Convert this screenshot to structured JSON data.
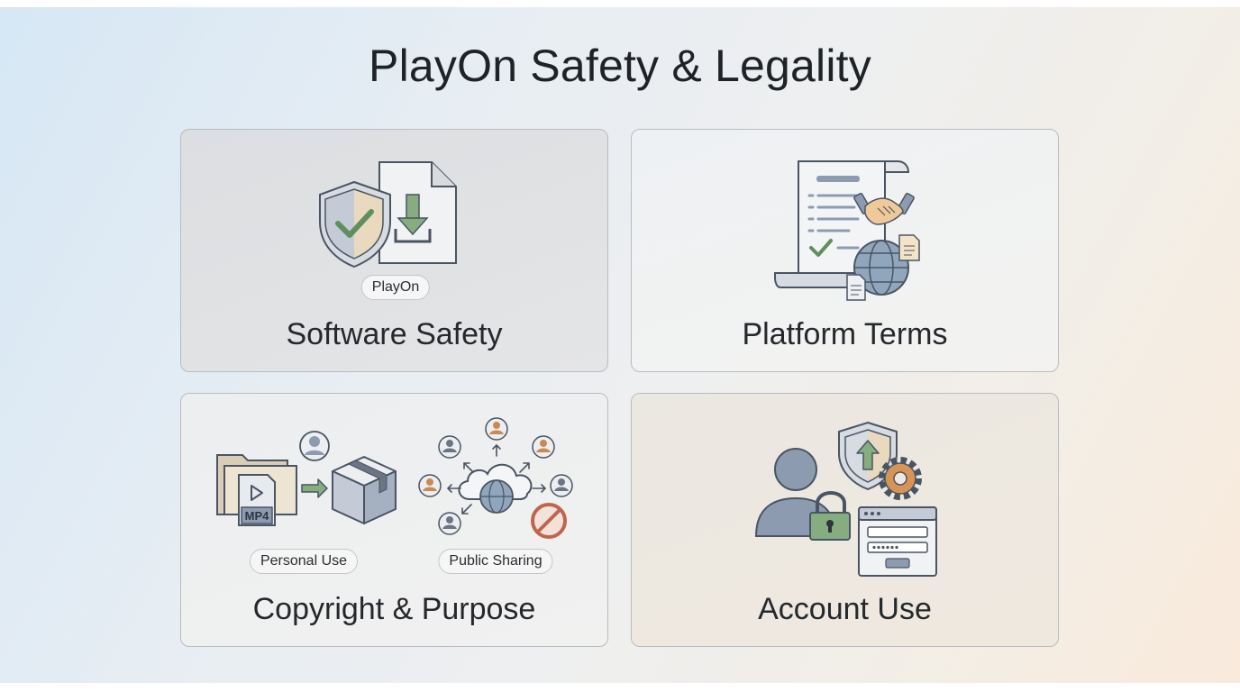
{
  "page": {
    "title": "PlayOn Safety & Legality"
  },
  "cards": {
    "software_safety": {
      "title": "Software Safety",
      "badge": "PlayOn"
    },
    "platform_terms": {
      "title": "Platform Terms"
    },
    "copyright_purpose": {
      "title": "Copyright & Purpose",
      "personal_label": "Personal Use",
      "public_label": "Public Sharing",
      "file_tag": "MP4"
    },
    "account_use": {
      "title": "Account Use"
    }
  },
  "icons": {
    "software_safety": [
      "shield-check-icon",
      "download-file-icon"
    ],
    "platform_terms": [
      "document-icon",
      "handshake-icon",
      "globe-icon",
      "small-document-icon"
    ],
    "copyright_purpose": [
      "folder-video-icon",
      "arrow-right-icon",
      "box-icon",
      "user-icon",
      "cloud-globe-icon",
      "no-entry-icon"
    ],
    "account_use": [
      "user-icon",
      "padlock-icon",
      "shield-upload-icon",
      "gear-icon",
      "login-window-icon"
    ]
  },
  "colors": {
    "stroke": "#4a5563",
    "slate": "#8d9bb0",
    "green": "#6f9c6b",
    "tan": "#d7c5a6",
    "orange": "#c98a52",
    "red": "#c0644e"
  }
}
